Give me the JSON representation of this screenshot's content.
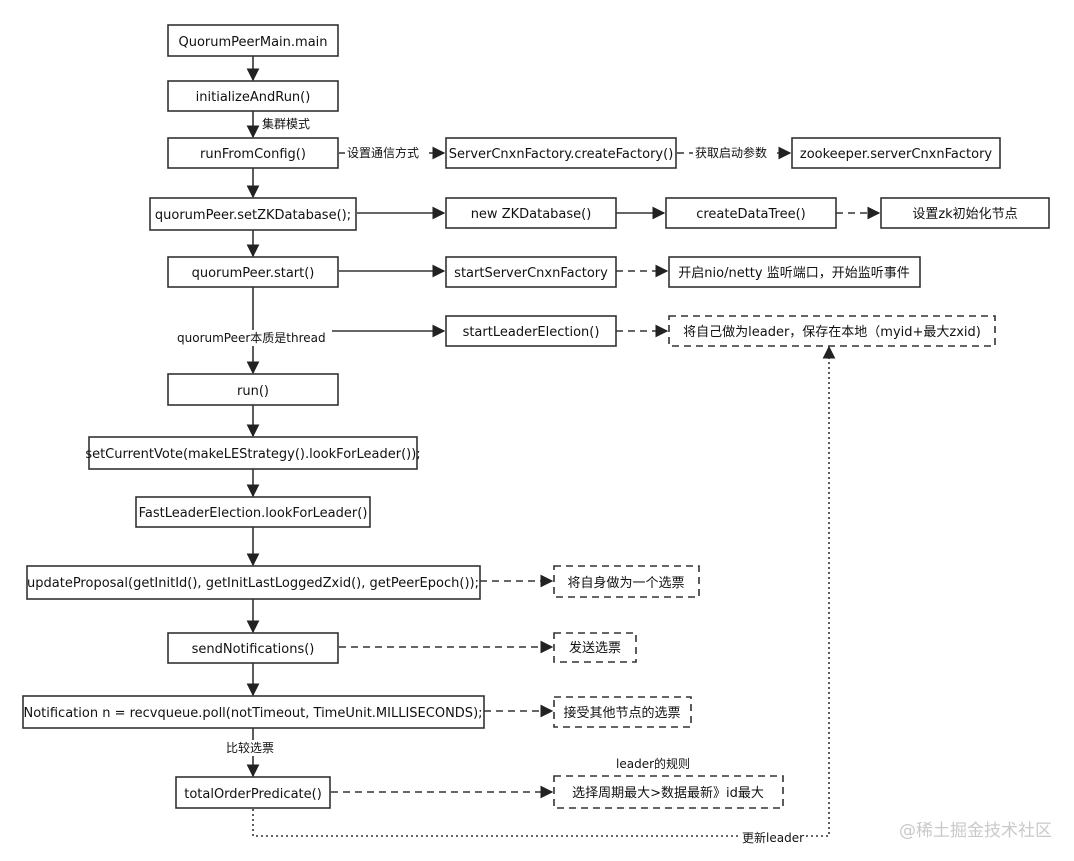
{
  "nodes": [
    {
      "id": "main",
      "label": "QuorumPeerMain.main",
      "style": "solid"
    },
    {
      "id": "init",
      "label": "initializeAndRun()",
      "style": "solid"
    },
    {
      "id": "runcfg",
      "label": "runFromConfig()",
      "style": "solid"
    },
    {
      "id": "scf",
      "label": "ServerCnxnFactory.createFactory()",
      "style": "solid"
    },
    {
      "id": "zkscf",
      "label": "zookeeper.serverCnxnFactory",
      "style": "solid"
    },
    {
      "id": "setzk",
      "label": "quorumPeer.setZKDatabase();",
      "style": "solid"
    },
    {
      "id": "newzk",
      "label": "new ZKDatabase()",
      "style": "solid"
    },
    {
      "id": "cdt",
      "label": "createDataTree()",
      "style": "solid"
    },
    {
      "id": "setinit",
      "label": "设置zk初始化节点",
      "style": "solid"
    },
    {
      "id": "qstart",
      "label": "quorumPeer.start()",
      "style": "solid"
    },
    {
      "id": "sscf",
      "label": "startServerCnxnFactory",
      "style": "solid"
    },
    {
      "id": "nio",
      "label": "开启nio/netty 监听端口，开始监听事件",
      "style": "solid"
    },
    {
      "id": "sle",
      "label": "startLeaderElection()",
      "style": "solid"
    },
    {
      "id": "self",
      "label": "将自己做为leader，保存在本地（myid+最大zxid)",
      "style": "dashed"
    },
    {
      "id": "run",
      "label": "run()",
      "style": "solid"
    },
    {
      "id": "scv",
      "label": "setCurrentVote(makeLEStrategy().lookForLeader());",
      "style": "solid"
    },
    {
      "id": "fle",
      "label": "FastLeaderElection.lookForLeader()",
      "style": "solid"
    },
    {
      "id": "upd",
      "label": "updateProposal(getInitId(), getInitLastLoggedZxid(), getPeerEpoch());",
      "style": "solid"
    },
    {
      "id": "vote",
      "label": "将自身做为一个选票",
      "style": "dashed"
    },
    {
      "id": "send",
      "label": "sendNotifications()",
      "style": "solid"
    },
    {
      "id": "sendv",
      "label": "发送选票",
      "style": "dashed"
    },
    {
      "id": "notif",
      "label": "Notification n = recvqueue.poll(notTimeout, TimeUnit.MILLISECONDS);",
      "style": "solid"
    },
    {
      "id": "recv",
      "label": "接受其他节点的选票",
      "style": "dashed"
    },
    {
      "id": "tot",
      "label": "totalOrderPredicate()",
      "style": "solid"
    },
    {
      "id": "rule",
      "label": "选择周期最大>数据最新》id最大",
      "style": "dashed"
    }
  ],
  "edge_labels": {
    "cluster": "集群模式",
    "comm": "设置通信方式",
    "params": "获取启动参数",
    "thread": "quorumPeer本质是thread",
    "compare": "比较选票",
    "leader_rule": "leader的规则",
    "update_leader": "更新leader"
  },
  "watermark": "@稀土掘金技术社区"
}
